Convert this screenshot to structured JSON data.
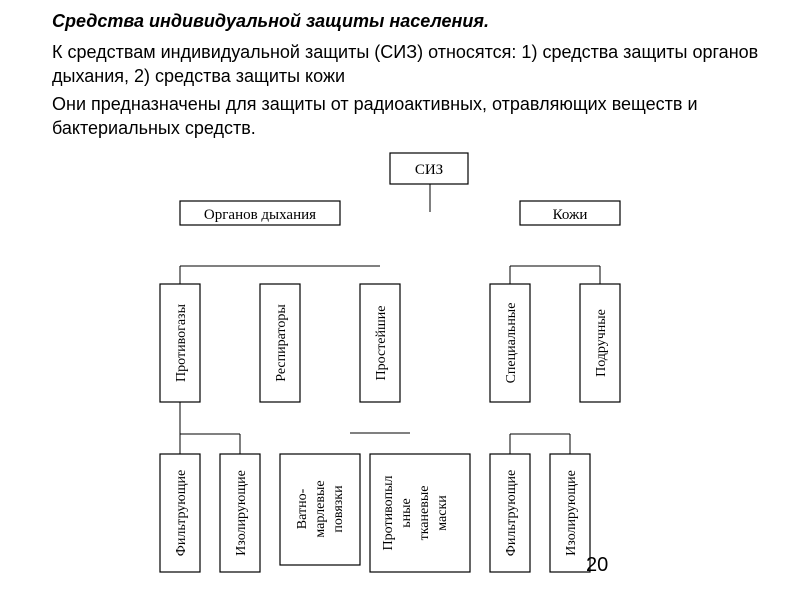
{
  "header": {
    "title": "Средства индивидуальной защиты населения.",
    "para1": "К средствам индивидуальной защиты (СИЗ) относятся: 1) средства защиты органов дыхания, 2) средства защиты кожи",
    "para2": "Они предназначены для защиты от радиоактивных, отравляющих веществ и бактериальных средств."
  },
  "diagram": {
    "root": "СИЗ",
    "group_breathing": "Органов дыхания",
    "group_skin": "Кожи",
    "breathing_types": [
      "Противогазы",
      "Респираторы",
      "Простейшие"
    ],
    "skin_types": [
      "Специальные",
      "Подручные"
    ],
    "gasmask_types": [
      "Фильтрующие",
      "Изолирующие"
    ],
    "simple_types": [
      [
        "Ватно-",
        "марлевые",
        "повязки"
      ],
      [
        "Противопыл",
        "ьные",
        "тканевые",
        "маски"
      ]
    ],
    "special_types": [
      "Фильтрующие",
      "Изолирующие"
    ]
  },
  "page_number": "20"
}
